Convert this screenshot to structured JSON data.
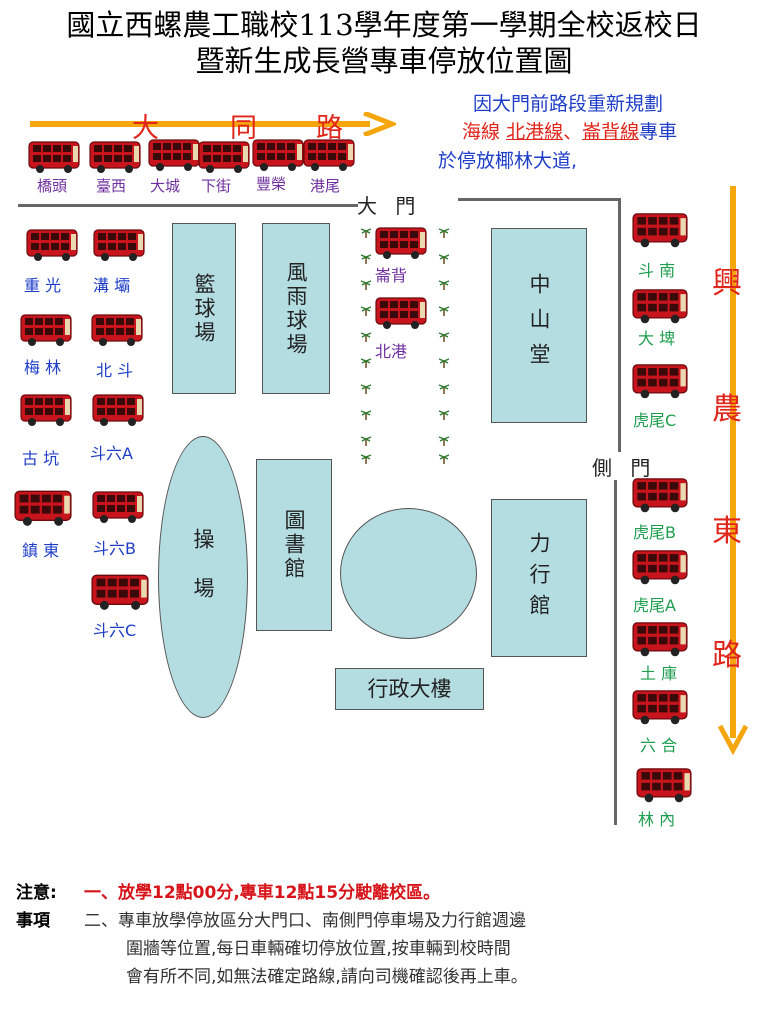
{
  "title": {
    "line1": "國立西螺農工職校113學年度第一學期全校返校日",
    "line2": "暨新生成長營專車停放位置圖"
  },
  "notice_top": {
    "line1": "因大門前路段重新規劃",
    "route_a": "海線",
    "route_b": "北港線",
    "sep": "、",
    "route_c": "崙背線",
    "suffix": "專車",
    "line3": "於停放椰林大道,"
  },
  "roads": {
    "datong": [
      "大",
      "同",
      "路"
    ],
    "xingnong": [
      "興",
      "農",
      "東",
      "路"
    ]
  },
  "gates": {
    "main": "大 門",
    "side": "側 門"
  },
  "buildings": {
    "basketball": "籃球場",
    "rain_court": "風雨球場",
    "zhongshan": "中山堂",
    "field": "操場",
    "library": "圖書館",
    "lixing": "力行館",
    "admin": "行政大樓"
  },
  "bus_labels": {
    "top": [
      "橋頭",
      "臺西",
      "大城",
      "下街",
      "豐榮",
      "港尾"
    ],
    "left_col1": [
      "重 光",
      "梅 林",
      "古 坑",
      "鎮 東"
    ],
    "left_col2": [
      "溝 壩",
      "北 斗",
      "斗六A",
      "斗六B",
      "斗六C"
    ],
    "center": [
      "崙背",
      "北港"
    ],
    "right": [
      "斗 南",
      "大 埤",
      "虎尾C",
      "虎尾B",
      "虎尾A",
      "土 庫",
      "六 合",
      "林 內"
    ]
  },
  "notes": {
    "heading1": "注意:",
    "heading2": "事項",
    "item1": "一、放學12點00分,專車12點15分駛離校區。",
    "item2_l1": "二、專車放學停放區分大門口、南側門停車場及力行館週邊",
    "item2_l2": "圍牆等位置,每日車輛確切停放位置,按車輛到校時間",
    "item2_l3": "會有所不同,如無法確定路線,請向司機確認後再上車。"
  },
  "colors": {
    "building": "#b4dde2",
    "bus": "#c8141c",
    "arrow": "#f5a60c",
    "road_text": "#e0251b"
  }
}
